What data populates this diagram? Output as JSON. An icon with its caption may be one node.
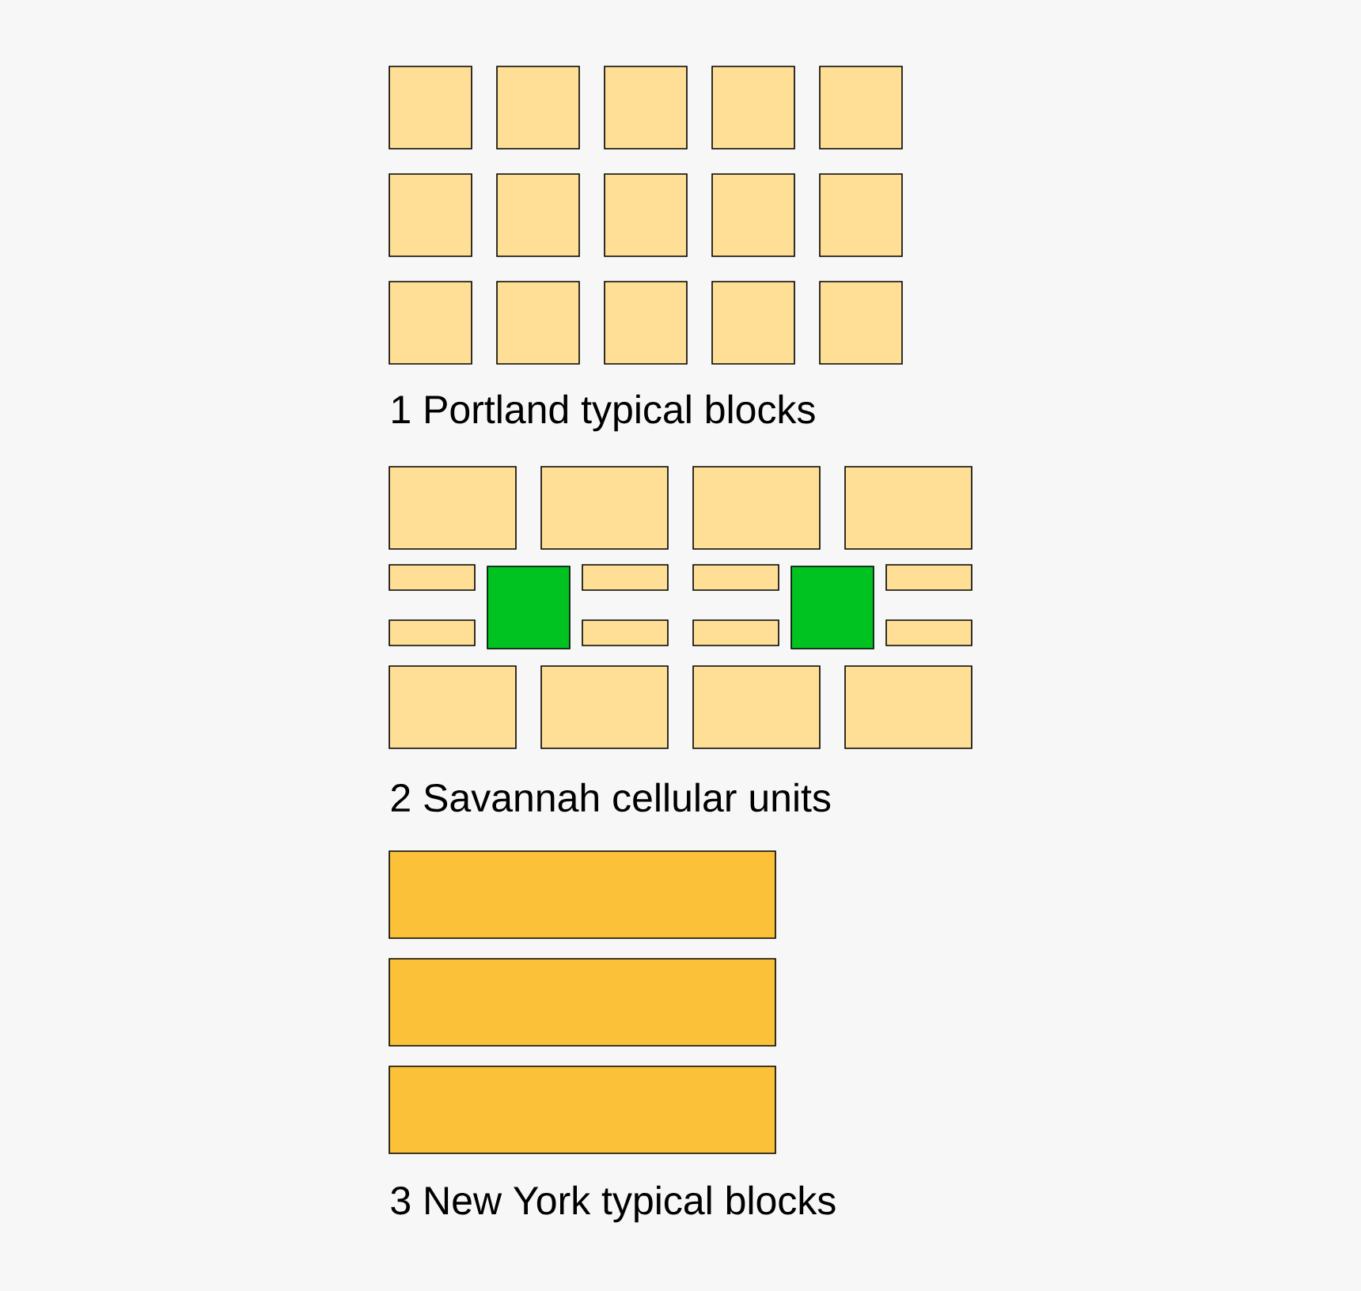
{
  "diagram": {
    "labels": [
      "1 Portland typical blocks",
      "2 Savannah cellular units",
      "3 New York typical blocks"
    ]
  }
}
